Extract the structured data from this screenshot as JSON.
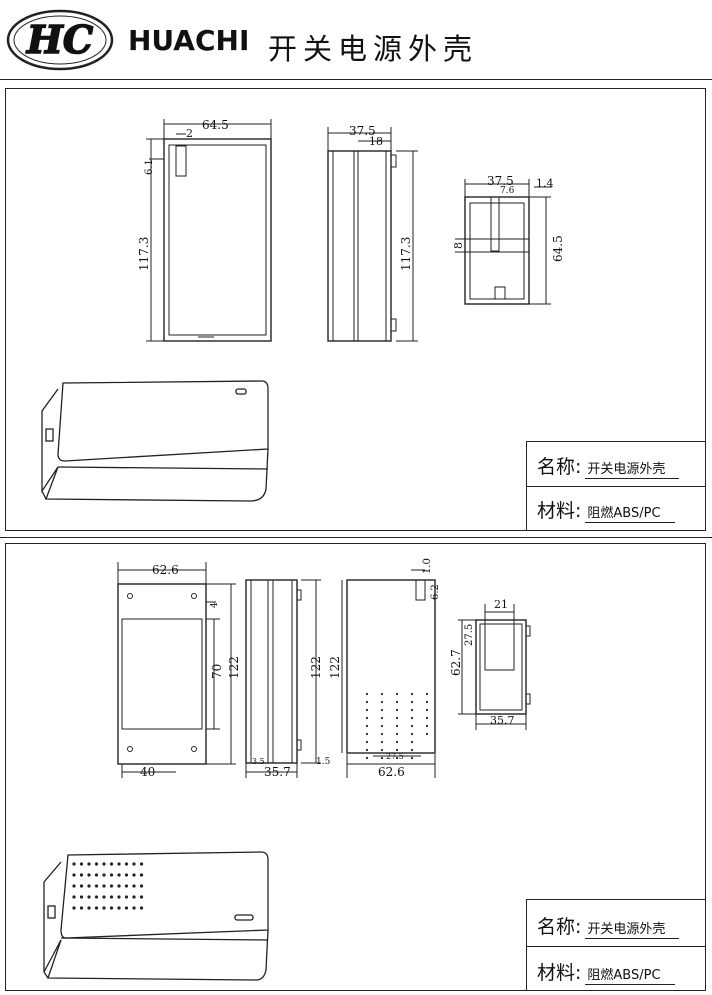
{
  "header": {
    "logo_text": "HC",
    "brand": "HUACHI",
    "title": "开关电源外壳"
  },
  "title_block": {
    "name_label": "名称:",
    "name_value": "开关电源外壳",
    "material_label": "材料:",
    "material_value": "阻燃ABS/PC"
  },
  "panel1": {
    "front": {
      "width": "64.5",
      "dim_2": "2",
      "dim_6_1": "6.1",
      "height": "117.3"
    },
    "side": {
      "depth": "37.5",
      "dim_18": "18",
      "height": "117.3"
    },
    "end": {
      "depth": "37.5",
      "dim_7_6": "7.6",
      "dim_1_4": "1.4",
      "dim_8": "8",
      "width": "64.5"
    }
  },
  "panel2": {
    "front": {
      "width": "62.6",
      "dim_4": "4",
      "height_70": "70",
      "height_122": "122",
      "bottom_40": "40"
    },
    "side": {
      "height": "122",
      "dim_3_5": "3.5",
      "depth": "35.7",
      "dim_1_5": "1.5"
    },
    "back": {
      "dim_1_0": "1.0",
      "dim_6_2": "6.2",
      "height": "122",
      "dim_27_5": "27.5",
      "width": "62.6"
    },
    "end": {
      "dim_21": "21",
      "dim_27_5": "27.5",
      "height": "62.7",
      "width": "35.7"
    }
  }
}
